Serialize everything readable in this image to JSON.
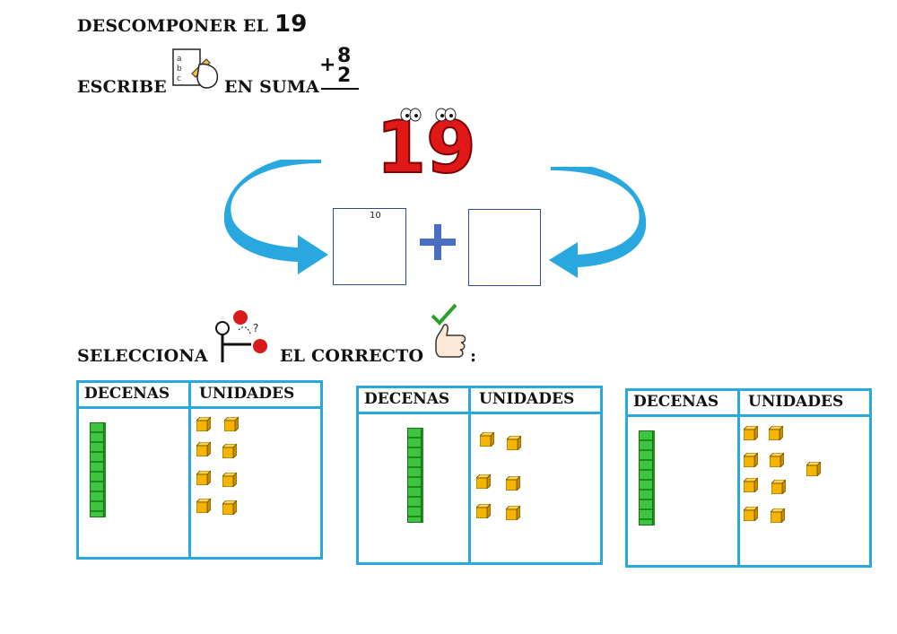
{
  "title": {
    "text": "DESCOMPONER EL",
    "number": "19"
  },
  "instruction1": {
    "write": "ESCRIBE",
    "in_sum": "EN SUMA",
    "sum_top": "8",
    "sum_bottom": "2",
    "plus": "+"
  },
  "number_display": "19",
  "equation": {
    "left_hint": "10",
    "plus": "+"
  },
  "instruction2": {
    "select": "SELECCIONA",
    "correct": "EL CORRECTO",
    "colon": ":"
  },
  "options": [
    {
      "decenas": "DECENAS",
      "unidades": "UNIDADES",
      "tens_rods": 1,
      "unit_cubes": 8
    },
    {
      "decenas": "DECENAS",
      "unidades": "UNIDADES",
      "tens_rods": 1,
      "unit_cubes": 6
    },
    {
      "decenas": "DECENAS",
      "unidades": "UNIDADES",
      "tens_rods": 1,
      "unit_cubes": 9
    }
  ],
  "colors": {
    "arrow": "#29a8e0",
    "border": "#29a8e0",
    "rod": "#3ec43e",
    "cube": "#f5b400",
    "number": "#e01818",
    "plus": "#4a6fc2"
  },
  "icons": [
    "writing-hand-icon",
    "choose-balls-icon",
    "thumbs-up-check-icon",
    "curved-arrow-left-icon",
    "curved-arrow-right-icon"
  ]
}
